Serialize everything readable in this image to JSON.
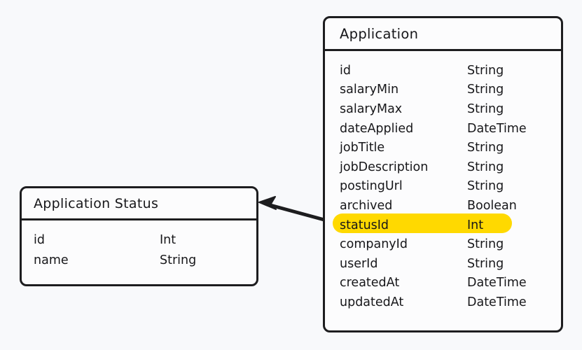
{
  "diagram": {
    "type": "entity-relationship-diagram",
    "background_color": "#f8f9fb",
    "stroke_color": "#1d1d1f",
    "highlight_color": "#ffd900",
    "entities": [
      {
        "id": "application",
        "title": "Application",
        "fields": [
          {
            "name": "id",
            "type": "String",
            "highlighted": false
          },
          {
            "name": "salaryMin",
            "type": "String",
            "highlighted": false
          },
          {
            "name": "salaryMax",
            "type": "String",
            "highlighted": false
          },
          {
            "name": "dateApplied",
            "type": "DateTime",
            "highlighted": false
          },
          {
            "name": "jobTitle",
            "type": "String",
            "highlighted": false
          },
          {
            "name": "jobDescription",
            "type": "String",
            "highlighted": false
          },
          {
            "name": "postingUrl",
            "type": "String",
            "highlighted": false
          },
          {
            "name": "archived",
            "type": "Boolean",
            "highlighted": false
          },
          {
            "name": "statusId",
            "type": "Int",
            "highlighted": true
          },
          {
            "name": "companyId",
            "type": "String",
            "highlighted": false
          },
          {
            "name": "userId",
            "type": "String",
            "highlighted": false
          },
          {
            "name": "createdAt",
            "type": "DateTime",
            "highlighted": false
          },
          {
            "name": "updatedAt",
            "type": "DateTime",
            "highlighted": false
          }
        ]
      },
      {
        "id": "application-status",
        "title": "Application Status",
        "fields": [
          {
            "name": "id",
            "type": "Int",
            "highlighted": false
          },
          {
            "name": "name",
            "type": "String",
            "highlighted": false
          }
        ]
      }
    ],
    "relationship": {
      "name": "statusId-to-application-status",
      "from": "application",
      "to": "application-status",
      "direction": "left",
      "style": "solid-arrow"
    }
  }
}
